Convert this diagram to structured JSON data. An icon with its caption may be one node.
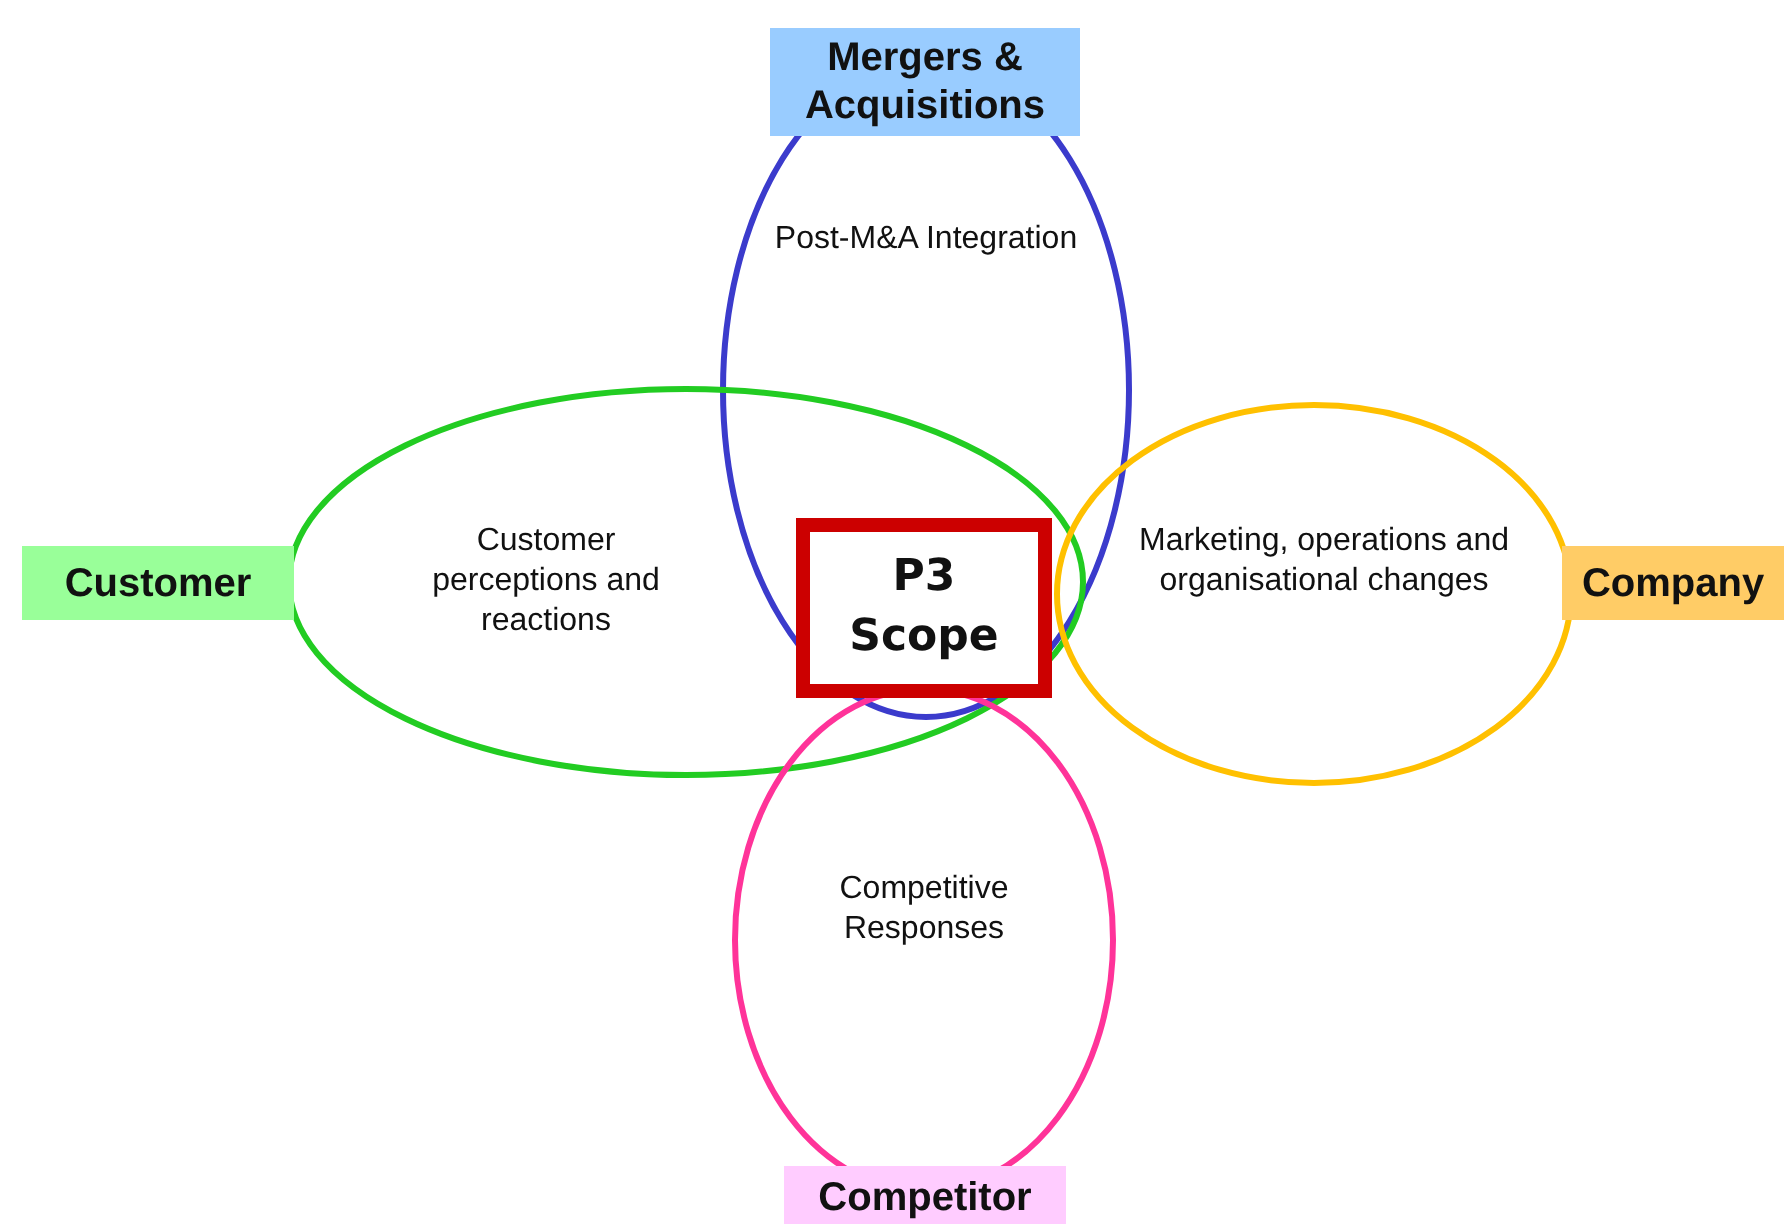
{
  "diagram": {
    "nodes": [
      {
        "text": [
          "Mergers & Acquisitions"
        ]
      },
      {
        "text": [
          "Post-M&A Integration"
        ]
      },
      {
        "text": [
          "Customer"
        ]
      },
      {
        "text": [
          "Customer perceptions and reactions"
        ]
      },
      {
        "text": [
          "P3 Scope"
        ]
      },
      {
        "text": [
          "Marketing, operations and organisational changes"
        ]
      },
      {
        "text": [
          "Company"
        ]
      },
      {
        "text": [
          "Competitive Responses"
        ]
      },
      {
        "text": [
          "Competitor"
        ]
      }
    ]
  }
}
